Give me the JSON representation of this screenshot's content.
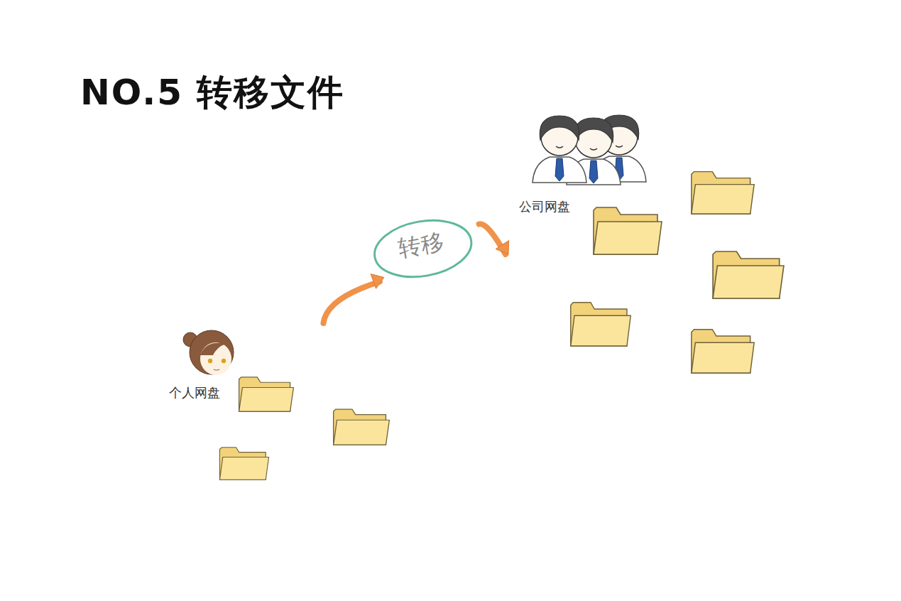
{
  "diagram": {
    "title": "NO.5 转移文件",
    "nodes": [
      {
        "text": [
          "个人网盘"
        ]
      },
      {
        "text": [
          "公司网盘"
        ]
      }
    ],
    "edges": [
      {
        "from": 0,
        "to": 1,
        "arrow": "to",
        "label": "转移"
      }
    ]
  }
}
